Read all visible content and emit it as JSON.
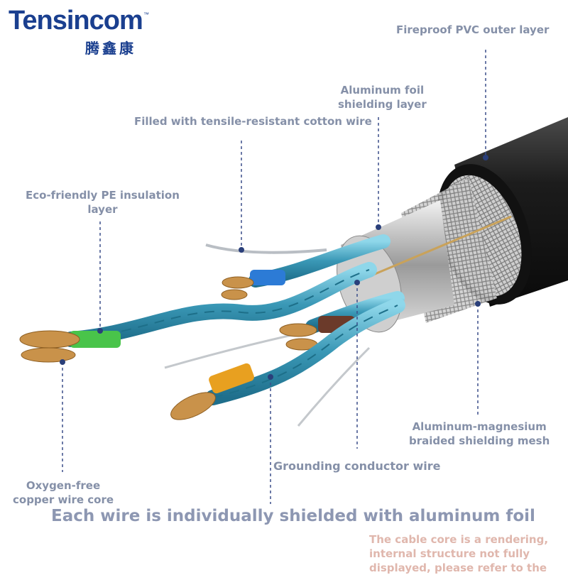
{
  "brand": {
    "name": "Tensincom",
    "trademark": "™",
    "chinese_name": "腾鑫康"
  },
  "labels": {
    "outer_layer": "Fireproof PVC outer layer",
    "foil_line1": "Aluminum foil",
    "foil_line2": "shielding layer",
    "cotton_wire": "Filled with tensile-resistant cotton wire",
    "pe_line1": "Eco-friendly PE insulation",
    "pe_line2": "layer",
    "mesh_line1": "Aluminum-magnesium",
    "mesh_line2": "braided shielding mesh",
    "ground_wire": "Grounding conductor wire",
    "copper_line1": "Oxygen-free",
    "copper_line2": "copper wire core"
  },
  "headline": "Each wire is individually shielded with aluminum foil",
  "note": "The cable core is a rendering, internal structure not fully displayed, please refer to the",
  "colors": {
    "brand_blue": "#1a3f8f",
    "label_gray": "#8590a8",
    "headline_gray": "#8d97b2",
    "note_pink": "#e0b7ad",
    "pointer_navy": "#2a3f7a",
    "cable_black": "#1c1c1c",
    "wire_cyan": "#3a98b6",
    "copper": "#c9924a"
  }
}
